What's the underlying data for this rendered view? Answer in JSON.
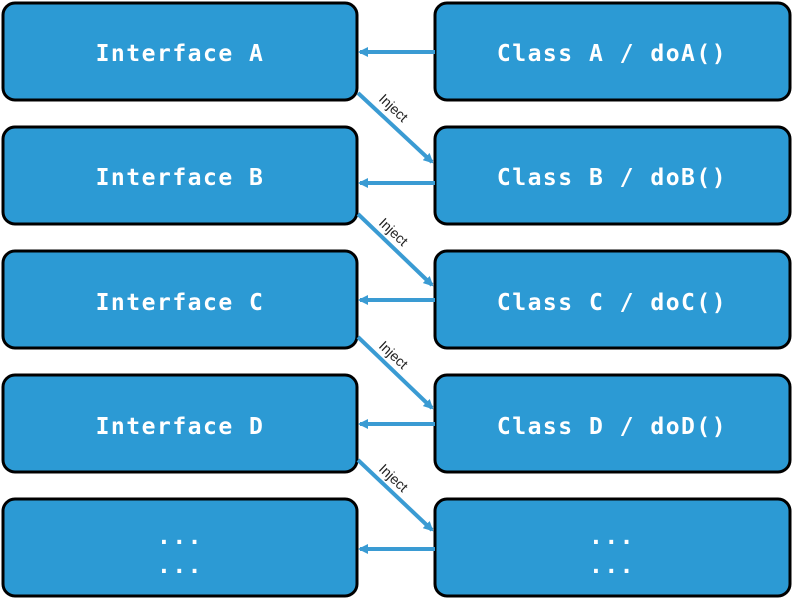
{
  "colors": {
    "box_fill": "#2c9ad4",
    "box_stroke": "#000000",
    "arrow": "#3a9bd3",
    "text": "#ffffff"
  },
  "interfaces": [
    {
      "label": "Interface A"
    },
    {
      "label": "Interface B"
    },
    {
      "label": "Interface C"
    },
    {
      "label": "Interface D"
    },
    {
      "line1": "...",
      "line2": "..."
    }
  ],
  "classes": [
    {
      "label": "Class A / doA()"
    },
    {
      "label": "Class B / doB()"
    },
    {
      "label": "Class C / doC()"
    },
    {
      "label": "Class D / doD()"
    },
    {
      "line1": "...",
      "line2": "..."
    }
  ],
  "inject_label": "Inject"
}
